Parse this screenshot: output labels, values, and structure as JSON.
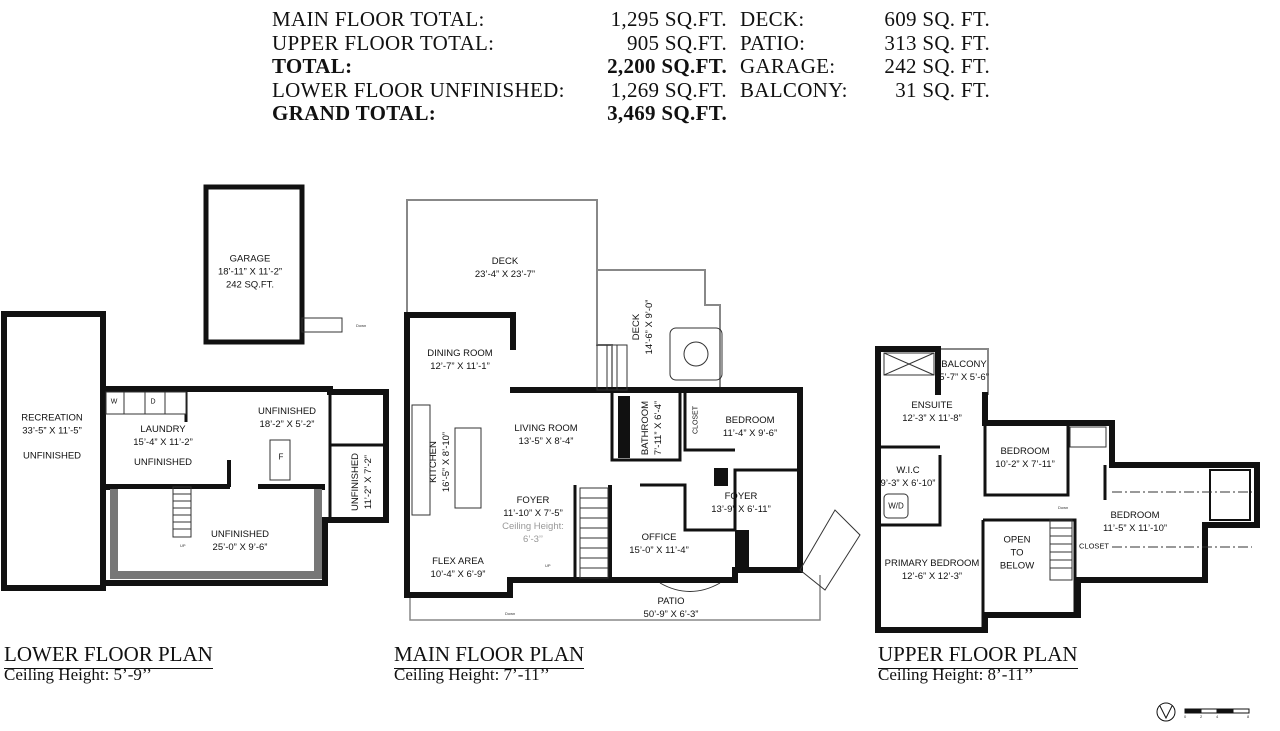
{
  "summary": {
    "left": [
      {
        "label": "MAIN FLOOR TOTAL:",
        "value": "1,295 SQ.FT.",
        "bold": false
      },
      {
        "label": "UPPER FLOOR TOTAL:",
        "value": "905 SQ.FT.",
        "bold": false
      },
      {
        "label": "TOTAL:",
        "value": "2,200 SQ.FT.",
        "bold": true
      },
      {
        "label": "LOWER FLOOR UNFINISHED:",
        "value": "1,269 SQ.FT.",
        "bold": false
      },
      {
        "label": "GRAND TOTAL:",
        "value": "3,469 SQ.FT.",
        "bold": true
      }
    ],
    "right": [
      {
        "label": "DECK:",
        "value": "609 SQ. FT."
      },
      {
        "label": "PATIO:",
        "value": "313 SQ. FT."
      },
      {
        "label": "GARAGE:",
        "value": "242 SQ. FT."
      },
      {
        "label": "BALCONY:",
        "value": "31 SQ. FT."
      }
    ]
  },
  "lower": {
    "title": "LOWER FLOOR PLAN",
    "ceiling": "Ceiling Height: 5’-9’’",
    "garage": {
      "name": "GARAGE",
      "dim": "18’-11” X 11’-2”",
      "area": "242 SQ.FT."
    },
    "recreation": {
      "name": "RECREATION",
      "dim": "33’-5” X 11’-5”",
      "note": "UNFINISHED"
    },
    "laundry": {
      "name": "LAUNDRY",
      "dim": "15’-4” X 11’-2”",
      "note": "UNFINISHED"
    },
    "unf1": {
      "name": "UNFINISHED",
      "dim": "18’-2” X 5’-2”"
    },
    "unf2": {
      "name": "UNFINISHED",
      "dim": "11’-2” X 7’-2”"
    },
    "unf3": {
      "name": "UNFINISHED",
      "dim": "25’-0” X 9’-6”"
    },
    "washer": "W",
    "dryer": "D",
    "furnace": "F",
    "up": "UP",
    "down": "Down"
  },
  "main": {
    "title": "MAIN FLOOR PLAN",
    "ceiling": "Ceiling Height: 7’-11’’",
    "deck": {
      "name": "DECK",
      "dim": "23’-4” X 23’-7”"
    },
    "deck2": {
      "name": "DECK",
      "dim": "14’-6” X 9’-0”"
    },
    "dining": {
      "name": "DINING ROOM",
      "dim": "12’-7” X 11’-1”"
    },
    "living": {
      "name": "LIVING ROOM",
      "dim": "13’-5” X 8’-4”"
    },
    "bathroom": {
      "name": "BATHROOM",
      "dim": "7’-11” X 6’-4”"
    },
    "closet": "CLOSET",
    "bedroom": {
      "name": "BEDROOM",
      "dim": "11’-4” X 9’-6”"
    },
    "kitchen": {
      "name": "KITCHEN",
      "dim": "16’-5” X 8’-10”"
    },
    "foyer": {
      "name": "FOYER",
      "dim": "11’-10” X 7’-5”",
      "ceiling_label": "Ceiling Height:",
      "ceiling_value": "6’-3’’"
    },
    "foyer2": {
      "name": "FOYER",
      "dim": "13’-9” X 6’-11”"
    },
    "office": {
      "name": "OFFICE",
      "dim": "15’-0” X 11’-4”"
    },
    "flex": {
      "name": "FLEX AREA",
      "dim": "10’-4” X 6’-9”"
    },
    "patio": {
      "name": "PATIO",
      "dim": "50’-9” X 6’-3”"
    },
    "down": "Down",
    "up": "UP"
  },
  "upper": {
    "title": "UPPER FLOOR PLAN",
    "ceiling": "Ceiling Height: 8’-11’’",
    "balcony": {
      "name": "BALCONY",
      "dim": "5’-7” X 5’-6”"
    },
    "ensuite": {
      "name": "ENSUITE",
      "dim": "12’-3” X 11’-8”"
    },
    "bedroom1": {
      "name": "BEDROOM",
      "dim": "10’-2” X 7’-11”"
    },
    "wic": {
      "name": "W.I.C",
      "dim": "9’-3” X 6’-10”",
      "wd": "W/D"
    },
    "bedroom2": {
      "name": "BEDROOM",
      "dim": "11’-5” X 11’-10”"
    },
    "open": {
      "l1": "OPEN",
      "l2": "TO",
      "l3": "BELOW"
    },
    "closet": "CLOSET",
    "primary": {
      "name": "PRIMARY BEDROOM",
      "dim": "12’-6” X 12’-3”"
    },
    "down": "Down"
  },
  "scale": {
    "ticks": [
      "0",
      "2",
      "4",
      "8"
    ]
  }
}
